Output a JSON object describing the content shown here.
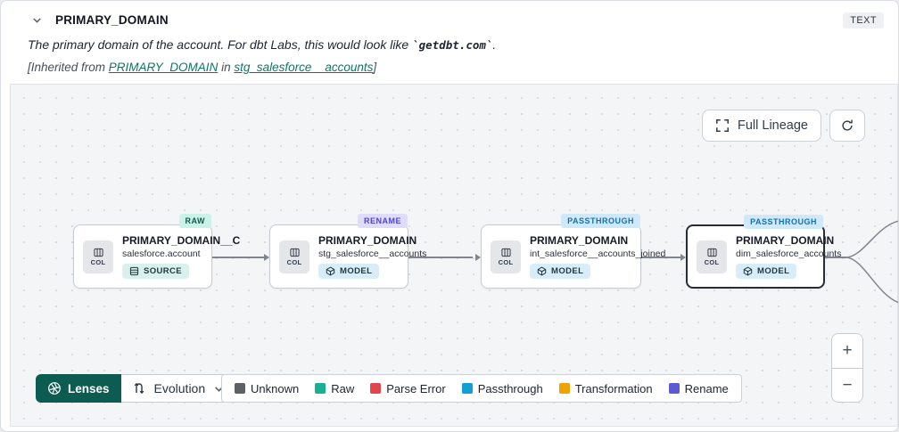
{
  "header": {
    "title": "PRIMARY_DOMAIN",
    "type_badge": "TEXT",
    "description_prefix": "The primary domain of the account. For dbt Labs, this would look like ",
    "description_code": "`getdbt.com`",
    "description_suffix": ".",
    "inherited_prefix": "[Inherited from ",
    "inherited_link_column": "PRIMARY_DOMAIN",
    "inherited_middle": " in ",
    "inherited_link_model": "stg_salesforce__accounts",
    "inherited_suffix": "]"
  },
  "toolbar": {
    "full_lineage_label": "Full Lineage"
  },
  "canvas": {
    "nodes": [
      {
        "badge": "RAW",
        "badge_type": "raw",
        "col_label": "COL",
        "title": "PRIMARY_DOMAIN__C",
        "subtitle": "salesforce.account",
        "resource_label": "SOURCE",
        "resource_type": "source"
      },
      {
        "badge": "RENAME",
        "badge_type": "rename",
        "col_label": "COL",
        "title": "PRIMARY_DOMAIN",
        "subtitle": "stg_salesforce__accounts",
        "resource_label": "MODEL",
        "resource_type": "model"
      },
      {
        "badge": "PASSTHROUGH",
        "badge_type": "passthrough",
        "col_label": "COL",
        "title": "PRIMARY_DOMAIN",
        "subtitle": "int_salesforce__accounts_joined",
        "resource_label": "MODEL",
        "resource_type": "model"
      },
      {
        "badge": "PASSTHROUGH",
        "badge_type": "passthrough",
        "col_label": "COL",
        "title": "PRIMARY_DOMAIN",
        "subtitle": "dim_salesforce_accounts",
        "resource_label": "MODEL",
        "resource_type": "model",
        "selected": true
      }
    ]
  },
  "lenses": {
    "button_label": "Lenses",
    "selected_lens": "Evolution"
  },
  "legend": {
    "items": [
      {
        "label": "Unknown",
        "color": "#5b6069"
      },
      {
        "label": "Raw",
        "color": "#17b094"
      },
      {
        "label": "Parse Error",
        "color": "#e0474c"
      },
      {
        "label": "Passthrough",
        "color": "#129fd4"
      },
      {
        "label": "Transformation",
        "color": "#f0a202"
      },
      {
        "label": "Rename",
        "color": "#5a5ad1"
      }
    ]
  },
  "zoom_controls": {
    "zoom_in": "+",
    "zoom_out": "−"
  },
  "colors": {
    "lenses_button": "#0d5c52",
    "link_teal": "#0e7569",
    "canvas_background": "#f4f5f7",
    "badge_raw_bg": "#c8f3e6",
    "badge_rename_bg": "#dedcfa",
    "badge_passthrough_bg": "#cfe9fb",
    "selected_node_border": "#272c36"
  }
}
